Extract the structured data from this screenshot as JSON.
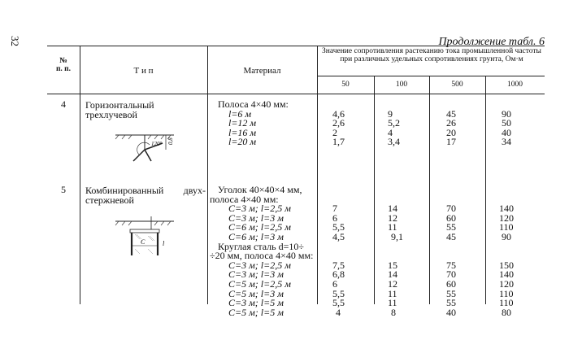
{
  "page": {
    "number": "32",
    "continuation": "Продолжение табл. 6"
  },
  "header": {
    "col_no": "№\nп. п.",
    "col_type": "Т и п",
    "col_material": "Материал",
    "col_values_title": "Значение сопротивления растеканию тока промышленной частоты при различных удельных сопротивлениях грунта, Ом·м",
    "resistivities": [
      "50",
      "100",
      "500",
      "1000"
    ]
  },
  "rows": [
    {
      "no": "4",
      "type": "Горизонтальный трехлучевой",
      "material": [
        "Полоса 4×40 мм:",
        "l=6  м",
        "l=12  м",
        "l=16  м",
        "l=20  м"
      ],
      "values": [
        [
          "4,6",
          "9",
          "45",
          "90"
        ],
        [
          "2,6",
          "5,2",
          "26",
          "50"
        ],
        [
          "2",
          "4",
          "20",
          "40"
        ],
        [
          "1,7",
          "3,4",
          "17",
          "34"
        ]
      ],
      "diagram_labels": [
        "120°",
        "0,8"
      ]
    },
    {
      "no": "5",
      "type_line1": "Комбинированный двух-",
      "type_line2": "стержневой",
      "material_a": [
        "Уголок 40×40×4 мм,",
        "полоса 4×40 мм:",
        "C=3  м; l=2,5  м",
        "C=3  м; l=3  м",
        "C=6  м; l=2,5  м",
        "C=6  м; l=3  м"
      ],
      "values_a": [
        [
          "7",
          "14",
          "70",
          "140"
        ],
        [
          "6",
          "12",
          "60",
          "120"
        ],
        [
          "5,5",
          "11",
          "55",
          "110"
        ],
        [
          "4,5",
          "9,1",
          "45",
          "90"
        ]
      ],
      "material_b": [
        "Круглая сталь d=10÷",
        "÷20 мм, полоса 4×40 мм:",
        "C=3  м; l=2,5  м",
        "C=3  м; l=3  м",
        "C=5  м; l=2,5  м",
        "C=5  м; l=3  м",
        "C=3  м; l=5  м",
        "C=5  м; l=5  м"
      ],
      "values_b": [
        [
          "7,5",
          "15",
          "75",
          "150"
        ],
        [
          "6,8",
          "14",
          "70",
          "140"
        ],
        [
          "6",
          "12",
          "60",
          "120"
        ],
        [
          "5,5",
          "11",
          "55",
          "110"
        ],
        [
          "5,5",
          "11",
          "55",
          "110"
        ],
        [
          "4",
          "8",
          "40",
          "80"
        ]
      ],
      "diagram_labels": [
        "C",
        "l"
      ]
    }
  ]
}
